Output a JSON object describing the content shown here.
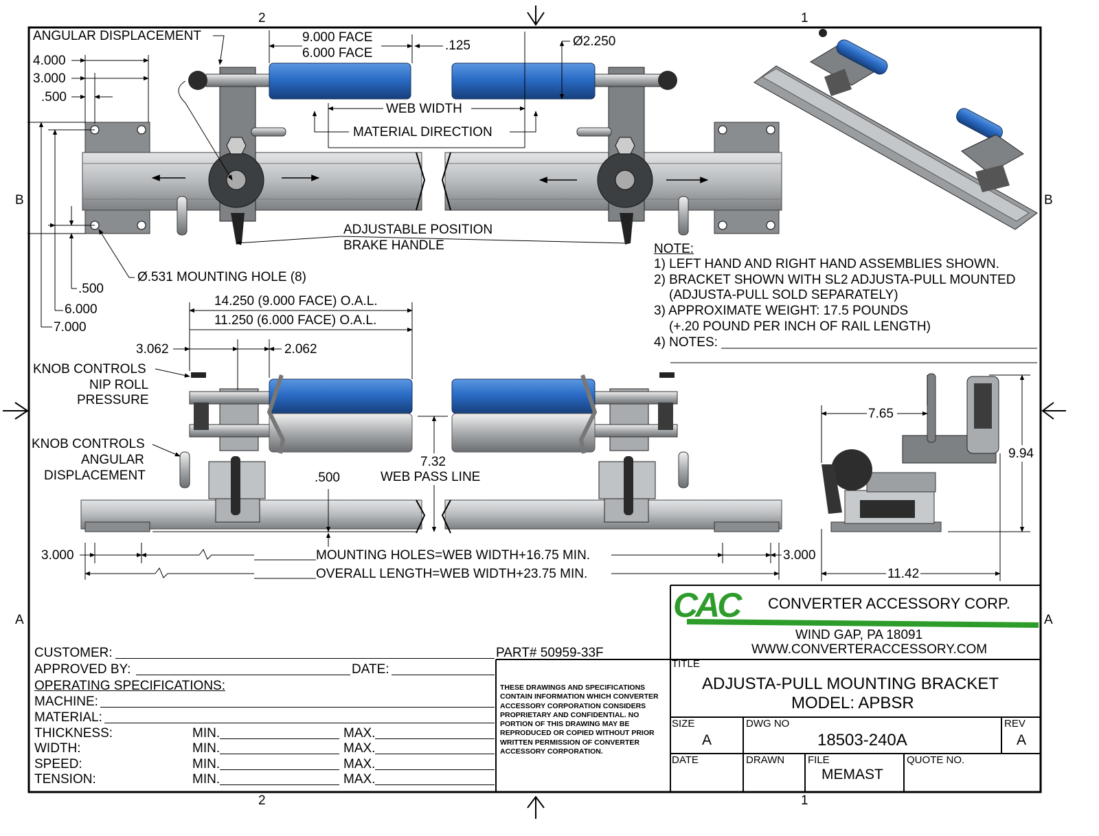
{
  "zones": {
    "top_left": "2",
    "top_right": "1",
    "bottom_left": "2",
    "bottom_right": "1",
    "left_mid": "B",
    "right_mid": "B",
    "left_low": "A",
    "right_low": "A"
  },
  "colors": {
    "roller_blue": "#2a6cc6",
    "rail_gray": "#b9bcbf",
    "plate_gray": "#8a8d90",
    "logo_green": "#2d9c2a"
  },
  "top_view": {
    "angular_displacement": "ANGULAR DISPLACEMENT",
    "dim_4000": "4.000",
    "dim_3000": "3.000",
    "dim_0500": ".500",
    "face_9000": "9.000 FACE",
    "face_6000": "6.000 FACE",
    "dim_0125": ".125",
    "dia_2250": "Ø2.250",
    "web_width": "WEB WIDTH",
    "material_direction": "MATERIAL DIRECTION",
    "brake_handle_1": "ADJUSTABLE POSITION",
    "brake_handle_2": "BRAKE HANDLE",
    "mounting_hole": "Ø.531 MOUNTING HOLE (8)",
    "dim_v_0500": ".500",
    "dim_v_6000": "6.000",
    "dim_v_7000": "7.000"
  },
  "front_view": {
    "oal_9": "14.250 (9.000 FACE) O.A.L.",
    "oal_6": "11.250 (6.000 FACE) O.A.L.",
    "dim_3062": "3.062",
    "dim_2062": "2.062",
    "knob_nip_1": "KNOB CONTROLS",
    "knob_nip_2": "NIP ROLL",
    "knob_nip_3": "PRESSURE",
    "knob_ang_1": "KNOB CONTROLS",
    "knob_ang_2": "ANGULAR",
    "knob_ang_3": "DISPLACEMENT",
    "dim_0500": ".500",
    "pass_line_1": "7.32",
    "pass_line_2": "WEB PASS LINE",
    "dim_3000_left": "3.000",
    "dim_3000_right": "3.000",
    "mounting_holes_len": "MOUNTING HOLES=WEB WIDTH+16.75 MIN.",
    "overall_len": "OVERALL  LENGTH=WEB WIDTH+23.75 MIN."
  },
  "side_view": {
    "dim_765": "7.65",
    "dim_994": "9.94",
    "dim_1142": "11.42"
  },
  "notes": {
    "heading": "NOTE:",
    "n1": "1) LEFT HAND AND RIGHT HAND ASSEMBLIES SHOWN.",
    "n2": "2) BRACKET SHOWN WITH SL2 ADJUSTA-PULL MOUNTED",
    "n2b": "(ADJUSTA-PULL SOLD SEPARATELY)",
    "n3": "3) APPROXIMATE WEIGHT:  17.5 POUNDS",
    "n3b": "(+.20 POUND PER INCH OF RAIL LENGTH)",
    "n4": "4) NOTES:"
  },
  "customer_block": {
    "customer": "CUSTOMER:",
    "approved_by": "APPROVED BY:",
    "date": "DATE:",
    "part": "PART# 50959-33F",
    "operating_specs": "OPERATING SPECIFICATIONS:",
    "machine": "MACHINE:",
    "material": "MATERIAL:",
    "rows": [
      {
        "label": "THICKNESS:",
        "min": "MIN.",
        "max": "MAX."
      },
      {
        "label": "WIDTH:",
        "min": "MIN.",
        "max": "MAX."
      },
      {
        "label": "SPEED:",
        "min": "MIN.",
        "max": "MAX."
      },
      {
        "label": "TENSION:",
        "min": "MIN.",
        "max": "MAX."
      }
    ]
  },
  "proprietary": "THESE DRAWINGS AND SPECIFICATIONS CONTAIN INFORMATION WHICH CONVERTER ACCESSORY CORPORATION CONSIDERS PROPRIETARY AND CONFIDENTIAL. NO PORTION OF THIS DRAWING MAY BE REPRODUCED OR COPIED WITHOUT PRIOR WRITTEN PERMISSION OF CONVERTER ACCESSORY CORPORATION.",
  "title_block": {
    "logo": "CAC",
    "company": "CONVERTER ACCESSORY CORP.",
    "address": "WIND GAP, PA 18091",
    "website": "WWW.CONVERTERACCESSORY.COM",
    "title_label": "TITLE",
    "title_1": "ADJUSTA-PULL MOUNTING BRACKET",
    "title_2": "MODEL: APBSR",
    "size_label": "SIZE",
    "size": "A",
    "dwg_no_label": "DWG NO",
    "dwg_no": "18503-240A",
    "rev_label": "REV",
    "rev": "A",
    "date_label": "DATE",
    "drawn_label": "DRAWN",
    "file_label": "FILE",
    "file": "MEMAST",
    "quote_label": "QUOTE NO."
  }
}
